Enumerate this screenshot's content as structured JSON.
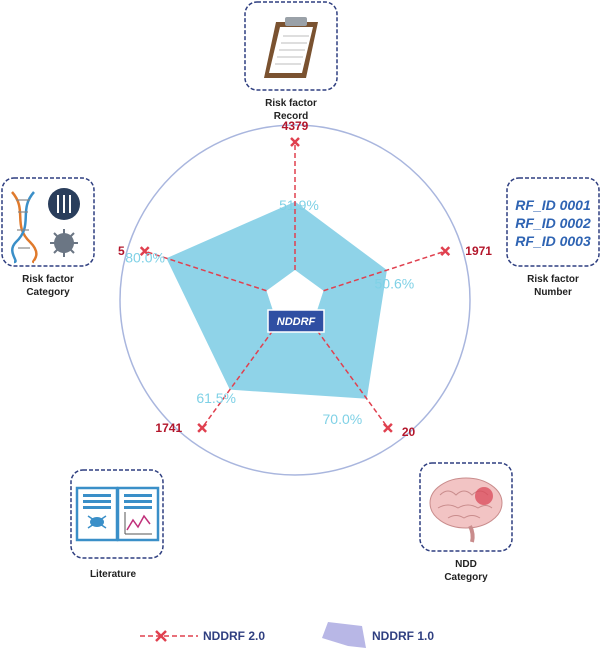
{
  "center_label": "NDDRF",
  "colors": {
    "area_fill": "#8fd3e8",
    "area_stroke": "#8fd3e8",
    "dashed": "#e0404f",
    "count_text": "#b3162b",
    "pct_text": "#7fd1e6",
    "circle": "#a9b6de",
    "box_border": "#2f3f80",
    "legend_v1": "#b8b7e6"
  },
  "axes": [
    {
      "id": "record",
      "label_lines": [
        "Risk factor",
        "Record"
      ],
      "count": "4379",
      "percent": "51.9%",
      "value": 51.9,
      "icon": "clipboard-icon"
    },
    {
      "id": "number",
      "label_lines": [
        "Risk factor",
        "Number"
      ],
      "count": "1971",
      "percent": "50.6%",
      "value": 50.6,
      "icon": "rf-id-list"
    },
    {
      "id": "ndd",
      "label_lines": [
        "NDD",
        "Category"
      ],
      "count": "20",
      "percent": "70.0%",
      "value": 70.0,
      "icon": "brain-icon"
    },
    {
      "id": "literature",
      "label_lines": [
        "Literature"
      ],
      "count": "1741",
      "percent": "61.5%",
      "value": 61.5,
      "icon": "book-icon"
    },
    {
      "id": "category",
      "label_lines": [
        "Risk factor",
        "Category"
      ],
      "count": "5",
      "percent": "80.0%",
      "value": 80.0,
      "icon": "dna-food-virus-icon"
    }
  ],
  "rf_ids": [
    "RF_ID 0001",
    "RF_ID 0002",
    "RF_ID 0003"
  ],
  "legend": [
    {
      "label": "NDDRF 2.0",
      "icon": "dashed-line-x-icon"
    },
    {
      "label": "NDDRF 1.0",
      "icon": "polygon-icon"
    }
  ]
}
